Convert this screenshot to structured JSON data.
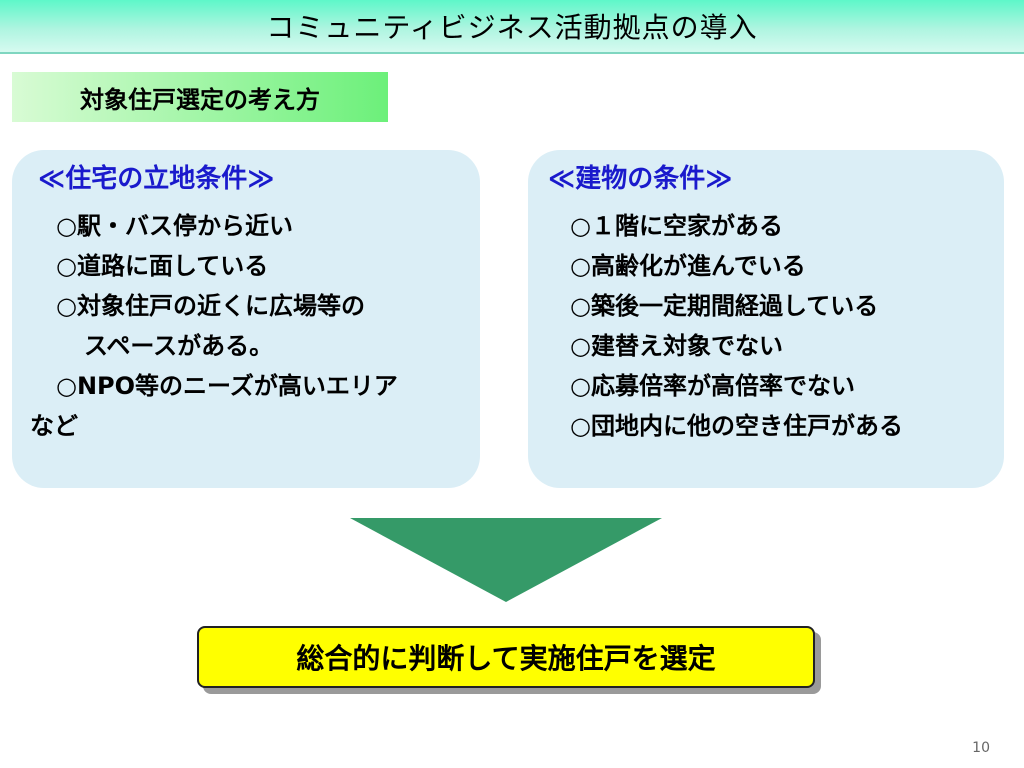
{
  "slide": {
    "title": "コミュニティビジネス活動拠点の導入",
    "subtitle": "対象住戸選定の考え方",
    "left_panel": {
      "heading": "≪住宅の立地条件≫",
      "items": [
        "○駅・バス停から近い",
        "○道路に面している",
        "○対象住戸の近くに広場等の",
        "スペースがある。",
        "○NPO等のニーズが高いエリア",
        "など"
      ]
    },
    "right_panel": {
      "heading": "≪建物の条件≫",
      "items": [
        "○１階に空家がある",
        "○高齢化が進んでいる",
        "○築後一定期間経過している",
        "○建替え対象でない",
        "○応募倍率が高倍率でない",
        "○団地内に他の空き住戸がある"
      ]
    },
    "conclusion": "総合的に判断して実施住戸を選定",
    "page_number": "10",
    "colors": {
      "title_bar": "#5ef7c9",
      "subtitle_bg": "#6cf07a",
      "panel_bg": "#dbeef6",
      "heading_text": "#1a1acc",
      "arrow": "#359a68",
      "conclusion_bg": "#ffff00"
    }
  }
}
